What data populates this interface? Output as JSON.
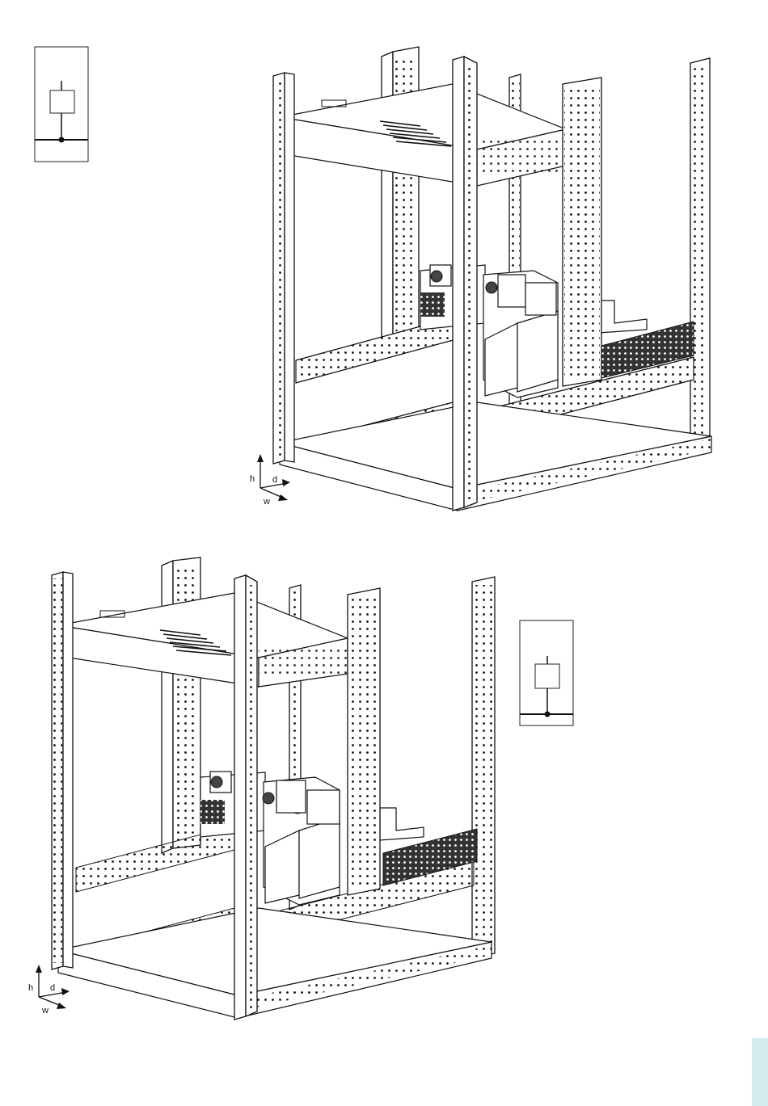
{
  "figures": [
    {
      "id": "top",
      "axes": {
        "h": "h",
        "d": "d",
        "w": "w"
      },
      "symbol_position": "left"
    },
    {
      "id": "bottom",
      "axes": {
        "h": "h",
        "d": "d",
        "w": "w"
      },
      "symbol_position": "right"
    }
  ],
  "colors": {
    "line": "#111111",
    "page_tab": "#d4edf1"
  }
}
